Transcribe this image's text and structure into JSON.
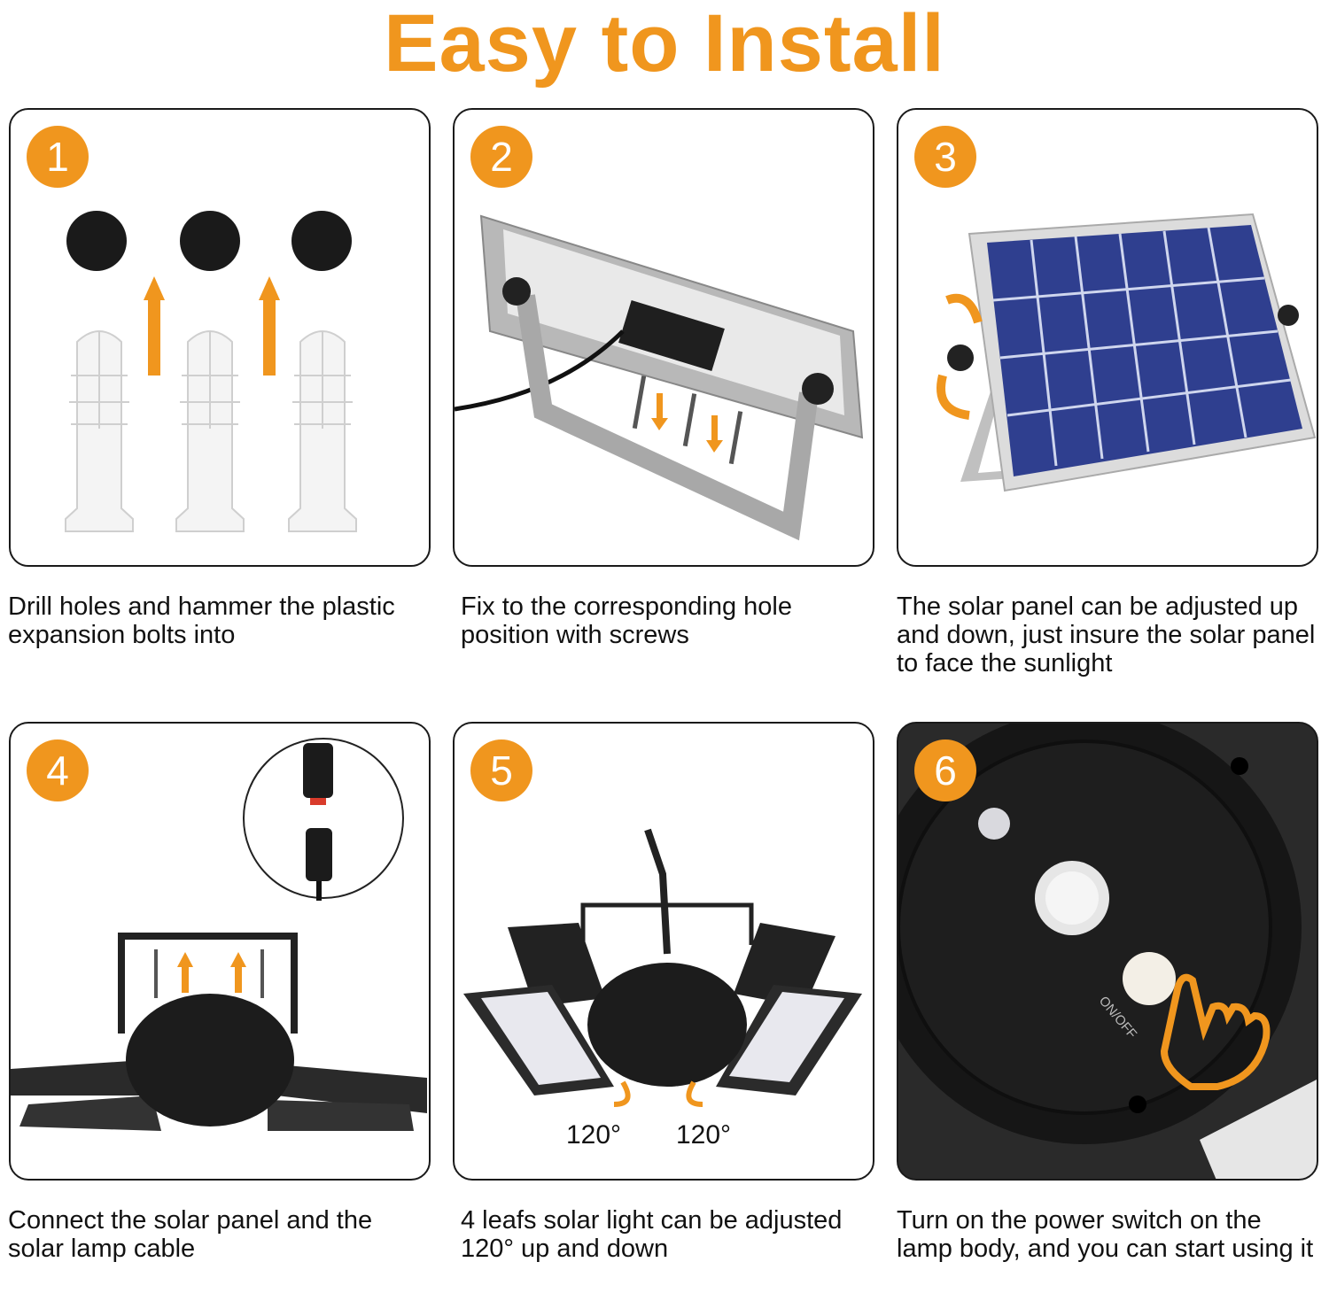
{
  "title": "Easy to Install",
  "steps": [
    {
      "number": "1",
      "caption": "Drill holes and hammer the plastic expansion bolts into"
    },
    {
      "number": "2",
      "caption": "Fix to the corresponding hole position with screws"
    },
    {
      "number": "3",
      "caption": "The solar panel can be adjusted up and down, just insure the solar panel to face the sunlight"
    },
    {
      "number": "4",
      "caption": "Connect the solar panel and the solar lamp cable"
    },
    {
      "number": "5",
      "caption": "4 leafs solar light can be adjusted 120° up and down",
      "angle_left": "120°",
      "angle_right": "120°"
    },
    {
      "number": "6",
      "caption": "Turn on the power switch on the lamp body, and you can start using it",
      "switch_label": "ON/OFF"
    }
  ],
  "colors": {
    "accent": "#F0961E",
    "border": "#1a1a1a",
    "text": "#111111"
  }
}
